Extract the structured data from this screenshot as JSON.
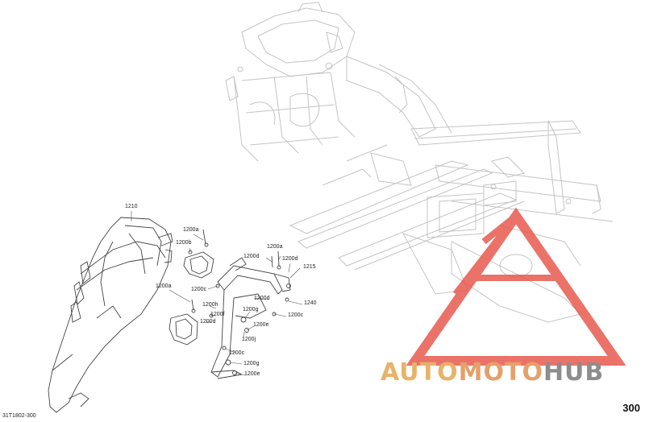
{
  "callouts": {
    "c1210": "1210",
    "c1200a_1": "1200a",
    "c1200b": "1200b",
    "c1200d_1": "1200d",
    "c1200a_2": "1200a",
    "c1200d_2": "1200d",
    "c1215": "1215",
    "c1200a_3": "1200a",
    "c1200c_1": "1200c",
    "c1200h": "1200h",
    "c1200d_3": "1200d",
    "c1240": "1240",
    "c1200f": "1200f",
    "c1200g_1": "1200g",
    "c1200c_2": "1200c",
    "c1200d_4": "1200d",
    "c1200e_1": "1200e",
    "c1200j": "1200j",
    "c1200c_3": "1200c",
    "c1200g_2": "1200g",
    "c1200e_2": "1200e"
  },
  "figure_code": "31T1802-300",
  "page_number": "300",
  "watermark": {
    "part1": "AUTO",
    "part2": "MOTO",
    "part3": "HUB",
    "color_triangle": "#e85a50",
    "color_auto": "#e8b26a",
    "color_moto": "#e6a06a",
    "color_hub": "#8d8d8d"
  }
}
